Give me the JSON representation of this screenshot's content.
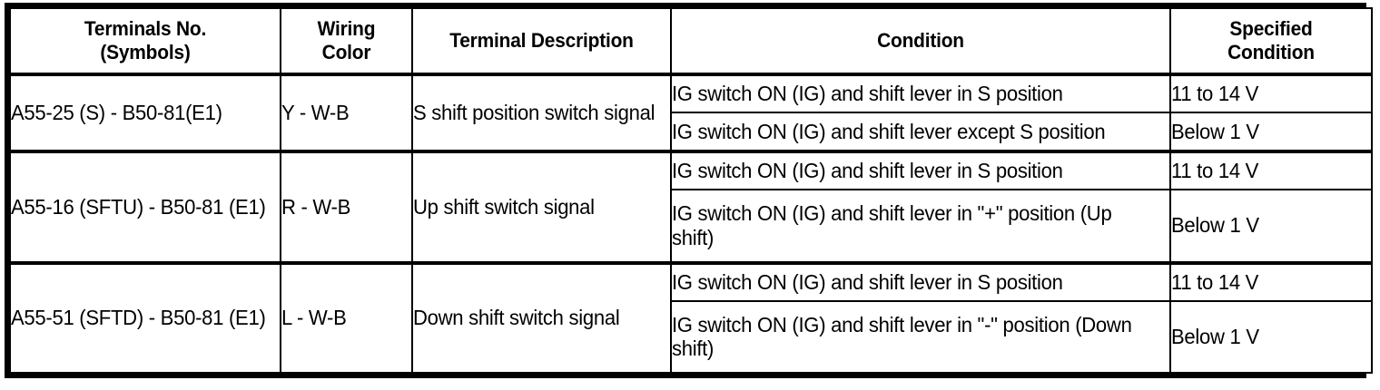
{
  "table": {
    "headers": [
      "Terminals No.\n(Symbols)",
      "Wiring\nColor",
      "Terminal Description",
      "Condition",
      "Specified\nCondition"
    ],
    "header_labels": {
      "terminals_line1": "Terminals No.",
      "terminals_line2": "(Symbols)",
      "wiring_line1": "Wiring",
      "wiring_line2": "Color",
      "description": "Terminal Description",
      "condition": "Condition",
      "specified_line1": "Specified",
      "specified_line2": "Condition"
    },
    "rows": [
      {
        "terminals": "A55-25 (S) - B50-81(E1)",
        "wiring_color": "Y - W-B",
        "description": "S shift position switch signal",
        "sub_rows": [
          {
            "condition": "IG switch ON (IG) and shift lever in S position",
            "specified_condition": "11 to 14 V"
          },
          {
            "condition": "IG switch ON (IG) and shift lever except S position",
            "specified_condition": "Below 1 V"
          }
        ]
      },
      {
        "terminals": "A55-16 (SFTU) - B50-81 (E1)",
        "wiring_color": "R - W-B",
        "description": "Up shift switch signal",
        "sub_rows": [
          {
            "condition": "IG switch ON (IG) and shift lever in S position",
            "specified_condition": "11 to 14 V"
          },
          {
            "condition": "IG switch ON (IG) and shift lever in \"+\" position (Up shift)",
            "specified_condition": "Below 1 V"
          }
        ]
      },
      {
        "terminals": "A55-51 (SFTD) - B50-81 (E1)",
        "wiring_color": "L - W-B",
        "description": "Down shift switch signal",
        "sub_rows": [
          {
            "condition": "IG switch ON (IG) and shift lever in S position",
            "specified_condition": "11 to 14 V"
          },
          {
            "condition": "IG switch ON (IG) and shift lever in \"-\" position (Down shift)",
            "specified_condition": "Below 1 V"
          }
        ]
      }
    ]
  },
  "colors": {
    "border": "#000000",
    "text": "#000000",
    "background": "#ffffff"
  }
}
